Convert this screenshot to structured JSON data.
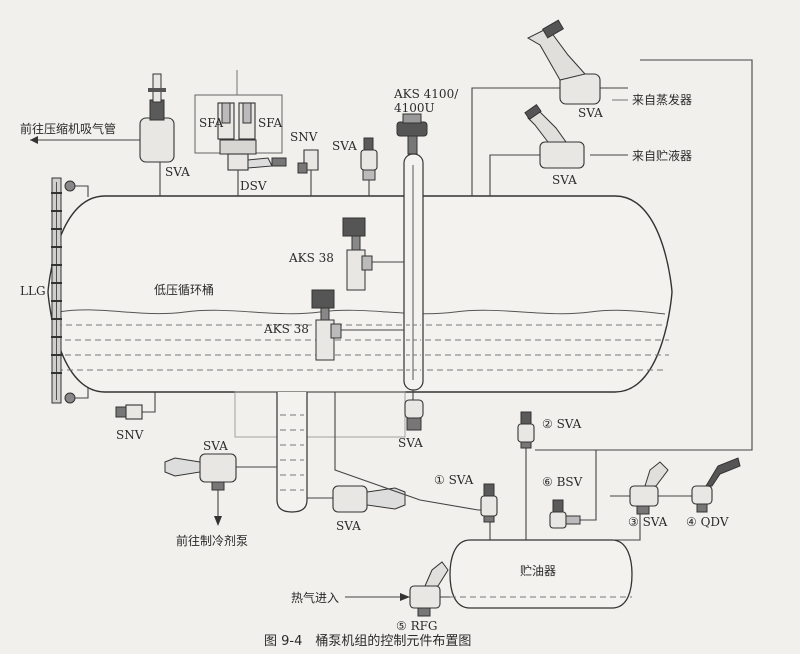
{
  "labels": {
    "to_compressor": "前往压缩机吸气管",
    "sva_top_left": "SVA",
    "sfa_1": "SFA",
    "sfa_2": "SFA",
    "dsv": "DSV",
    "snv_top": "SNV",
    "sva_top_mid": "SVA",
    "aks4100_l1": "AKS 4100/",
    "aks4100_l2": "4100U",
    "sva_evap": "SVA",
    "from_evaporator": "来自蒸发器",
    "sva_receiver": "SVA",
    "from_receiver": "来自贮液器",
    "llg": "LLG",
    "aks38_upper": "AKS 38",
    "aks38_lower": "AKS 38",
    "vessel_name": "低压循环桶",
    "snv_bottom": "SNV",
    "sva_under_vessel": "SVA",
    "sva_pump_left": "SVA",
    "to_pump": "前往制冷剂泵",
    "sva_pump_right": "SVA",
    "sva_1": "① SVA",
    "sva_2": "② SVA",
    "bsv_6": "⑥ BSV",
    "sva_3": "③ SVA",
    "qdv_4": "④ QDV",
    "oil_tank": "贮油器",
    "hot_gas_in": "热气进入",
    "rfg_5": "⑤ RFG",
    "caption": "图 9-4　桶泵机组的控制元件布置图"
  },
  "colors": {
    "background": "#f1f0ec",
    "line": "#444444",
    "liquid_dash": "#777777"
  }
}
